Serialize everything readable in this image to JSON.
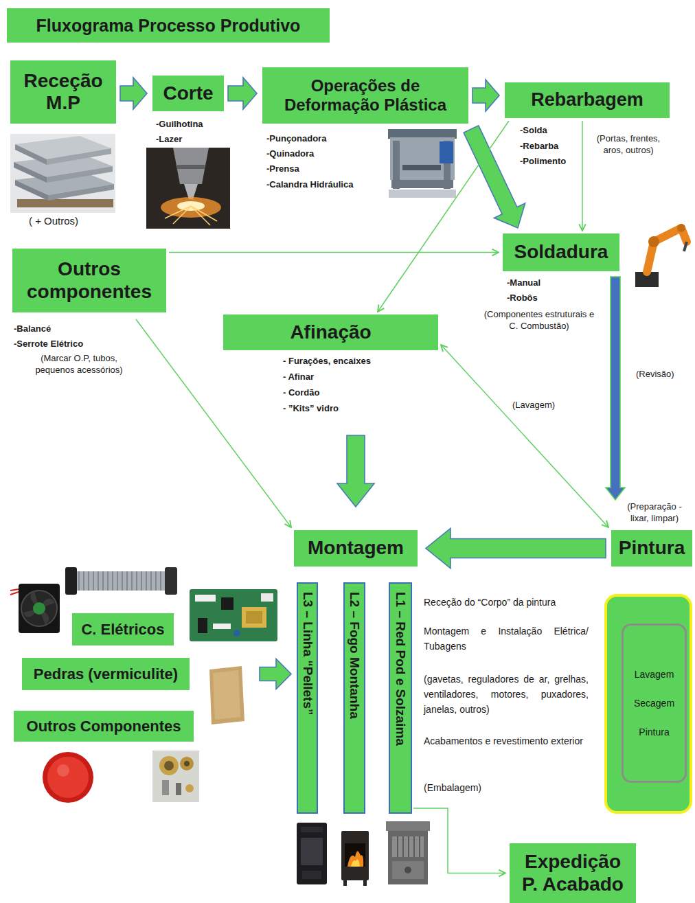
{
  "diagram": {
    "title": "Fluxograma Processo Produtivo",
    "nodes": [
      {
        "text": [
          "Receção M.P"
        ]
      },
      {
        "text": [
          "Corte"
        ]
      },
      {
        "text": [
          "Operações de Deformação Plástica"
        ]
      },
      {
        "text": [
          "Rebarbagem"
        ]
      },
      {
        "text": [
          "Outros componentes"
        ]
      },
      {
        "text": [
          "Soldadura"
        ]
      },
      {
        "text": [
          "Afinação"
        ]
      },
      {
        "text": [
          "Montagem"
        ]
      },
      {
        "text": [
          "Pintura"
        ]
      },
      {
        "text": [
          "L3 – Linha “Pellets”"
        ]
      },
      {
        "text": [
          "L2 – Fogo Montanha"
        ]
      },
      {
        "text": [
          "L1 – Red Pod e Solzaima"
        ]
      },
      {
        "text": [
          "C. Elétricos"
        ]
      },
      {
        "text": [
          "Pedras (vermiculite)"
        ]
      },
      {
        "text": [
          "Outros Componentes"
        ]
      },
      {
        "text": [
          "Lavagem Secagem Pintura"
        ]
      },
      {
        "text": [
          "Expedição P. Acabado"
        ]
      }
    ],
    "edges": [
      {
        "from": 0,
        "to": 1,
        "arrow": "to"
      },
      {
        "from": 1,
        "to": 2,
        "arrow": "to"
      },
      {
        "from": 2,
        "to": 3,
        "arrow": "to"
      },
      {
        "from": 2,
        "to": 5,
        "arrow": "to"
      },
      {
        "from": 3,
        "to": 5,
        "arrow": "to"
      },
      {
        "from": 3,
        "to": 6,
        "arrow": "to"
      },
      {
        "from": 4,
        "to": 5,
        "arrow": "to"
      },
      {
        "from": 4,
        "to": 7,
        "arrow": "to"
      },
      {
        "from": 5,
        "to": 8,
        "arrow": "to",
        "label": "(Revisão)"
      },
      {
        "from": 8,
        "to": 6,
        "arrow": "both",
        "label": "(Lavagem)"
      },
      {
        "from": 6,
        "to": 7,
        "arrow": "to"
      },
      {
        "from": 8,
        "to": 7,
        "arrow": "to"
      },
      {
        "from": 13,
        "to": 9,
        "arrow": "to"
      },
      {
        "from": 11,
        "to": 16,
        "arrow": "to"
      }
    ],
    "labels": [
      "( + Outros)",
      "-Guilhotina",
      "-Lazer",
      "-Punçonadora",
      "-Quinadora",
      "-Prensa",
      "-Calandra Hidráulica",
      "-Solda",
      "-Rebarba",
      "-Polimento",
      "(Portas, frentes, aros, outros)",
      "-Manual",
      "-Robôs",
      "(Componentes estruturais e C. Combustão)",
      "-Balancé",
      "-Serrote Elétrico",
      "(Marcar O.P, tubos, pequenos acessórios)",
      "- Furações, encaixes",
      "- Afinar",
      "- Cordão",
      "- ”Kits” vidro",
      "(Preparação - lixar, limpar)",
      "Receção do “Corpo” da pintura",
      "Montagem e Instalação Elétrica/ Tubagens",
      "(gavetas, reguladores de ar, grelhas, ventiladores, motores, puxadores, janelas, outros)",
      "Acabamentos e revestimento exterior",
      "(Embalagem)"
    ]
  }
}
